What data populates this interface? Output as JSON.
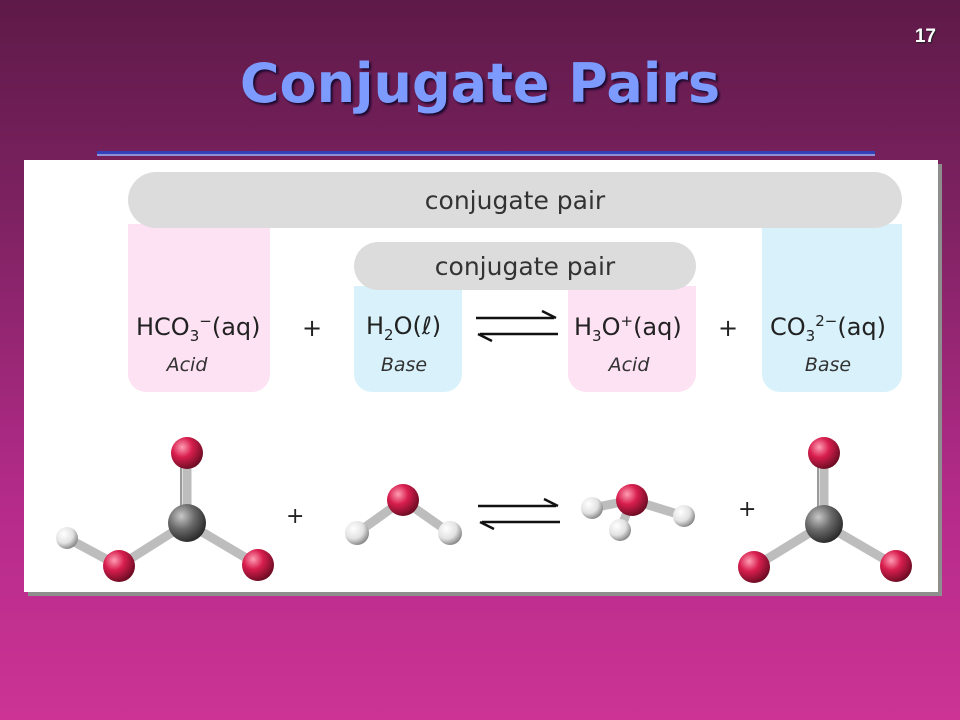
{
  "slide": {
    "number": "17",
    "title": "Conjugate Pairs"
  },
  "diagram": {
    "outer_pair_label": "conjugate pair",
    "inner_pair_label": "conjugate pair",
    "species": [
      {
        "formula_main": "HCO",
        "sub": "3",
        "sup": "−",
        "tail": "(aq)",
        "role": "Acid"
      },
      {
        "formula_main": "H",
        "sub": "2",
        "after_sub": "O(ℓ)",
        "role": "Base"
      },
      {
        "formula_main": "H",
        "sub": "3",
        "after_sub": "O",
        "sup": "+",
        "tail": "(aq)",
        "role": "Acid"
      },
      {
        "formula_main": "CO",
        "sub": "3",
        "sup": "2−",
        "tail": "(aq)",
        "role": "Base"
      }
    ],
    "plus": "+",
    "colors": {
      "acid_bg": "#fde2f4",
      "base_bg": "#d8f1fb",
      "pair_bar": "#dcdcdc",
      "oxygen": "#d81e4e",
      "carbon": "#666666",
      "hydrogen": "#f0f0f0"
    }
  }
}
